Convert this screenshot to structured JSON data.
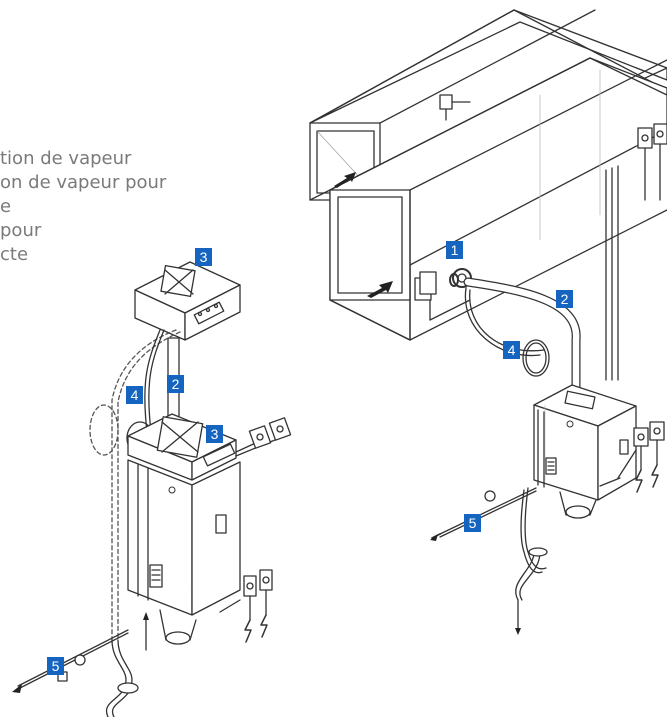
{
  "legend": {
    "lines": [
      "tion de vapeur",
      "on de vapeur pour",
      "e",
      "pour",
      "cte"
    ]
  },
  "markers": {
    "one": "1",
    "two": "2",
    "three": "3",
    "four": "4",
    "five": "5"
  },
  "colors": {
    "marker": "#1565c0",
    "line": "#333333",
    "dashed": "#555555",
    "text": "#7a7a7a"
  }
}
